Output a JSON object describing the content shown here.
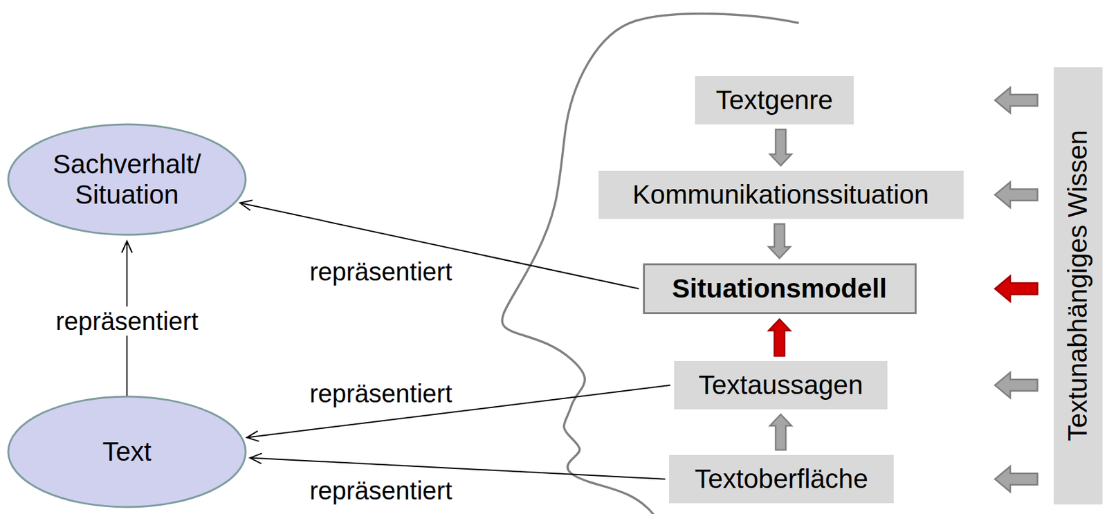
{
  "diagram": {
    "nodes": [
      {
        "text": [
          "Sachverhalt/ Situation"
        ]
      },
      {
        "text": [
          "Text"
        ]
      },
      {
        "text": [
          "Textgenre"
        ]
      },
      {
        "text": [
          "Kommunikationssituation"
        ]
      },
      {
        "text": [
          "Situationsmodell"
        ]
      },
      {
        "text": [
          "Textaussagen"
        ]
      },
      {
        "text": [
          "Textoberfläche"
        ]
      },
      {
        "text": [
          "Textunabhängiges Wissen"
        ]
      }
    ],
    "edges": [
      {
        "from": 1,
        "to": 0,
        "label": "repräsentiert",
        "arrow": "to"
      },
      {
        "from": 4,
        "to": 0,
        "label": "repräsentiert",
        "arrow": "to"
      },
      {
        "from": 5,
        "to": 1,
        "label": "repräsentiert",
        "arrow": "to"
      },
      {
        "from": 6,
        "to": 1,
        "label": "repräsentiert",
        "arrow": "to"
      },
      {
        "from": 2,
        "to": 3,
        "arrow": "to"
      },
      {
        "from": 3,
        "to": 4,
        "arrow": "to"
      },
      {
        "from": 5,
        "to": 4,
        "arrow": "to"
      },
      {
        "from": 6,
        "to": 5,
        "arrow": "to"
      },
      {
        "from": 7,
        "to": 2,
        "arrow": "to"
      },
      {
        "from": 7,
        "to": 3,
        "arrow": "to"
      },
      {
        "from": 7,
        "to": 4,
        "arrow": "to"
      },
      {
        "from": 7,
        "to": 5,
        "arrow": "to"
      },
      {
        "from": 7,
        "to": 6,
        "arrow": "to"
      }
    ]
  }
}
